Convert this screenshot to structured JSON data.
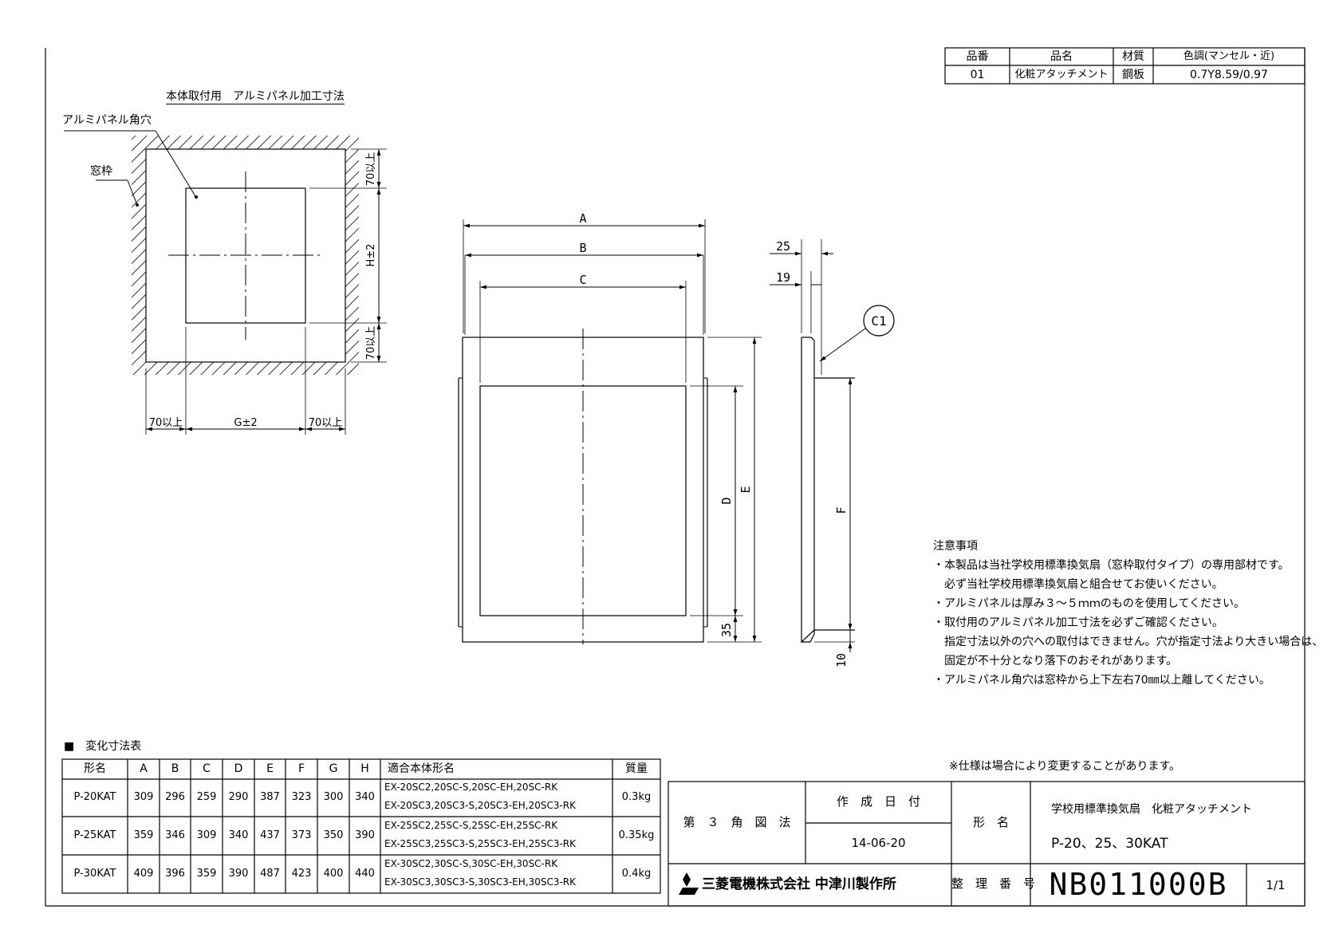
{
  "parts_table": {
    "headers": [
      "品番",
      "品名",
      "材質",
      "色調(マンセル・近)"
    ],
    "row": [
      "01",
      "化粧アタッチメント",
      "鋼板",
      "0.7Y8.59/0.97"
    ]
  },
  "panel_diagram": {
    "title": "本体取付用　アルミパネル加工寸法",
    "label_hole": "アルミパネル角穴",
    "label_frame": "窓枠",
    "dims": {
      "top_margin": "70以上",
      "height": "H±2",
      "bottom_margin": "70以上",
      "left_margin": "70以上",
      "width": "G±2",
      "right_margin": "70以上"
    }
  },
  "front_view": {
    "dims": {
      "a": "A",
      "b": "B",
      "c": "C",
      "d": "D",
      "e": "E",
      "bottom": "35"
    }
  },
  "side_view": {
    "dims": {
      "t25": "25",
      "t19": "19",
      "chamfer": "C1",
      "f": "F",
      "bottom": "10"
    }
  },
  "notes": {
    "heading": "注意事項",
    "lines": [
      "・本製品は当社学校用標準換気扇（窓枠取付タイプ）の専用部材です。",
      "　必ず当社学校用標準換気扇と組合せてお使いください。",
      "・アルミパネルは厚み３～５ｍｍのものを使用してください。",
      "・取付用のアルミパネル加工寸法を必ずご確認ください。",
      "　指定寸法以外の穴への取付はできません。穴が指定寸法より大きい場合は、",
      "　固定が不十分となり落下のおそれがあります。",
      "・アルミパネル角穴は窓枠から上下左右70㎜以上離してください。"
    ]
  },
  "dim_table": {
    "heading": "■　変化寸法表",
    "headers": [
      "形名",
      "A",
      "B",
      "C",
      "D",
      "E",
      "F",
      "G",
      "H",
      "適合本体形名",
      "質量"
    ],
    "rows": [
      {
        "model": "P-20KAT",
        "vals": [
          "309",
          "296",
          "259",
          "290",
          "387",
          "323",
          "300",
          "340"
        ],
        "compat": [
          "EX-20SC2,20SC-S,20SC-EH,20SC-RK",
          "EX-20SC3,20SC3-S,20SC3-EH,20SC3-RK"
        ],
        "mass": "0.3kg"
      },
      {
        "model": "P-25KAT",
        "vals": [
          "359",
          "346",
          "309",
          "340",
          "437",
          "373",
          "350",
          "390"
        ],
        "compat": [
          "EX-25SC2,25SC-S,25SC-EH,25SC-RK",
          "EX-25SC3,25SC3-S,25SC3-EH,25SC3-RK"
        ],
        "mass": "0.35kg"
      },
      {
        "model": "P-30KAT",
        "vals": [
          "409",
          "396",
          "359",
          "390",
          "487",
          "423",
          "400",
          "440"
        ],
        "compat": [
          "EX-30SC2,30SC-S,30SC-EH,30SC-RK",
          "EX-30SC3,30SC3-S,30SC3-EH,30SC3-RK"
        ],
        "mass": "0.4kg"
      }
    ]
  },
  "spec_note": "※仕様は場合により変更することがあります。",
  "title_block": {
    "projection": "第　３　角　図　法",
    "date_label": "作　成　日　付",
    "date": "14-06-20",
    "name_label": "形　名",
    "product_name": "学校用標準換気扇　化粧アタッチメント",
    "models": "P-20、25、30KAT",
    "company": "三菱電機株式会社 中津川製作所",
    "number_label": "整　理　番　号",
    "number": "NB011000B",
    "sheet": "1/1"
  }
}
